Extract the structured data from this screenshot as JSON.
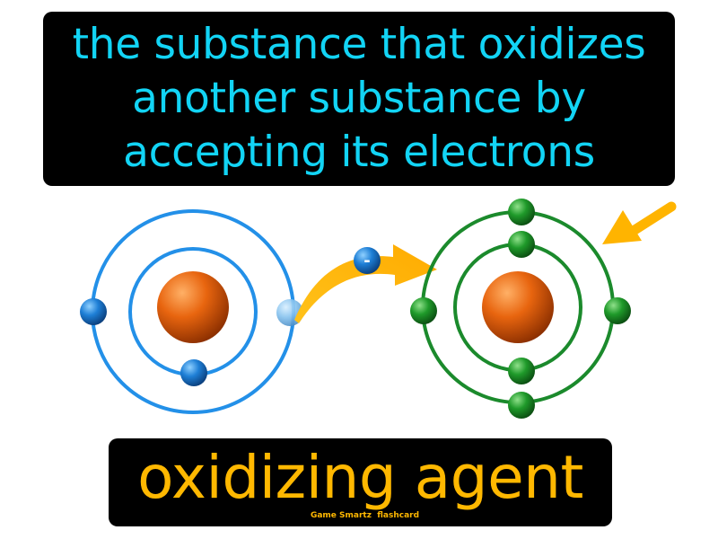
{
  "definition": {
    "lines": [
      "the substance that oxidizes",
      "another substance by",
      "accepting its electrons"
    ]
  },
  "term": "oxidizing agent",
  "credit": "Game Smartz  flashcard",
  "diagram": {
    "electron_symbol": "-",
    "colors": {
      "text_cyan": "#12d4f5",
      "term_gold": "#ffb800",
      "left_atom_blue": "#1e88e5",
      "right_atom_green": "#1b8a2c",
      "nucleus_orange": "#e8650f",
      "arrow_yellow": "#ffb400"
    }
  }
}
